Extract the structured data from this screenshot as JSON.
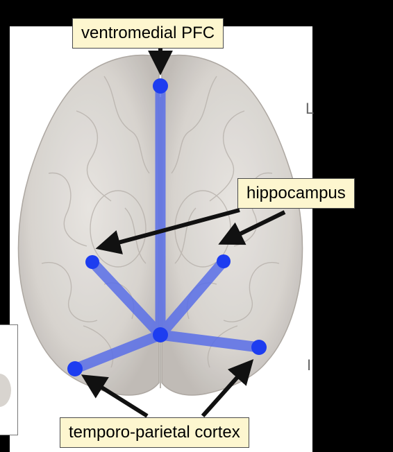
{
  "labels": {
    "vmpfc": "ventromedial PFC",
    "hippocampus": "hippocampus",
    "tpc": "temporo-parietal cortex"
  },
  "background_letters": {
    "right_upper": "L",
    "right_lower": "I"
  },
  "colors": {
    "node": "#1d3df0",
    "edge": "#5a6fe8",
    "callout_bg": "#fdf6cf",
    "brain": "#d9d5d1"
  }
}
